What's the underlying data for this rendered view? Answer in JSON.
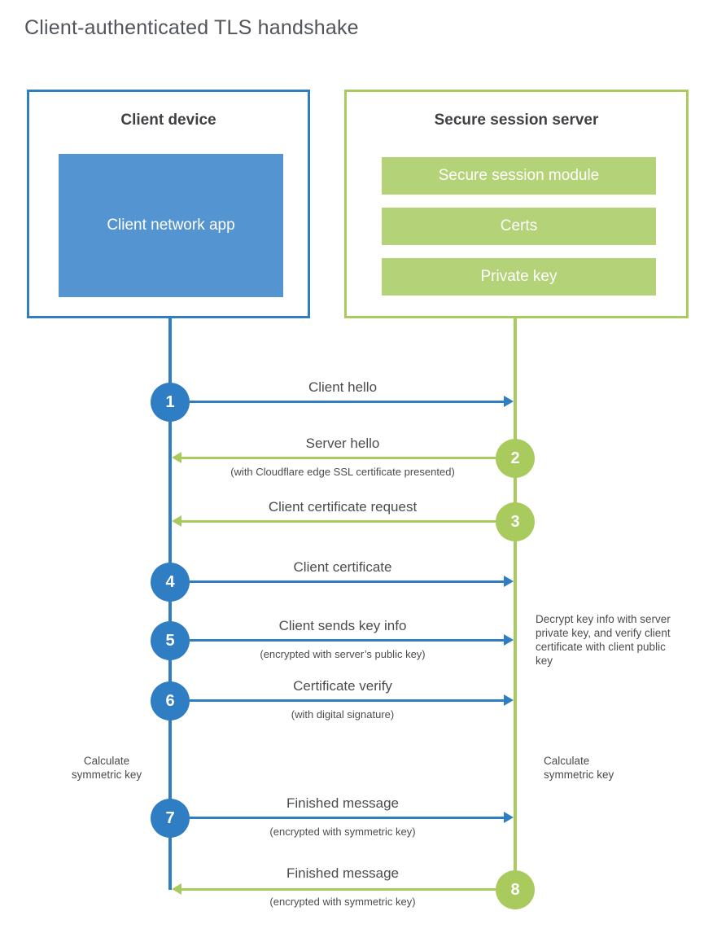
{
  "title": "Client-authenticated TLS handshake",
  "client": {
    "title": "Client device",
    "app_label": "Client network app"
  },
  "server": {
    "title": "Secure session server",
    "modules": [
      "Secure session module",
      "Certs",
      "Private key"
    ]
  },
  "steps": [
    {
      "num": "1",
      "label": "Client hello",
      "sub": "",
      "direction": "client-to-server"
    },
    {
      "num": "2",
      "label": "Server hello",
      "sub": "(with Cloudflare edge SSL certificate presented)",
      "direction": "server-to-client"
    },
    {
      "num": "3",
      "label": "Client certificate request",
      "sub": "",
      "direction": "server-to-client"
    },
    {
      "num": "4",
      "label": "Client certificate",
      "sub": "",
      "direction": "client-to-server"
    },
    {
      "num": "5",
      "label": "Client sends key info",
      "sub": "(encrypted with server’s public key)",
      "direction": "client-to-server"
    },
    {
      "num": "6",
      "label": "Certificate verify",
      "sub": "(with digital signature)",
      "direction": "client-to-server"
    },
    {
      "num": "7",
      "label": "Finished message",
      "sub": "(encrypted with symmetric key)",
      "direction": "client-to-server"
    },
    {
      "num": "8",
      "label": "Finished message",
      "sub": "(encrypted with symmetric key)",
      "direction": "server-to-client"
    }
  ],
  "annotations": {
    "decrypt_note": "Decrypt key info with server private key, and verify client certificate with client public key",
    "calc_symmetric_left": "Calculate symmetric key",
    "calc_symmetric_right": "Calculate symmetric key"
  },
  "colors": {
    "blue": "#2f7dc2",
    "blue_fill": "#5494d0",
    "green": "#a9ca5c",
    "green_fill": "#b4d277"
  }
}
